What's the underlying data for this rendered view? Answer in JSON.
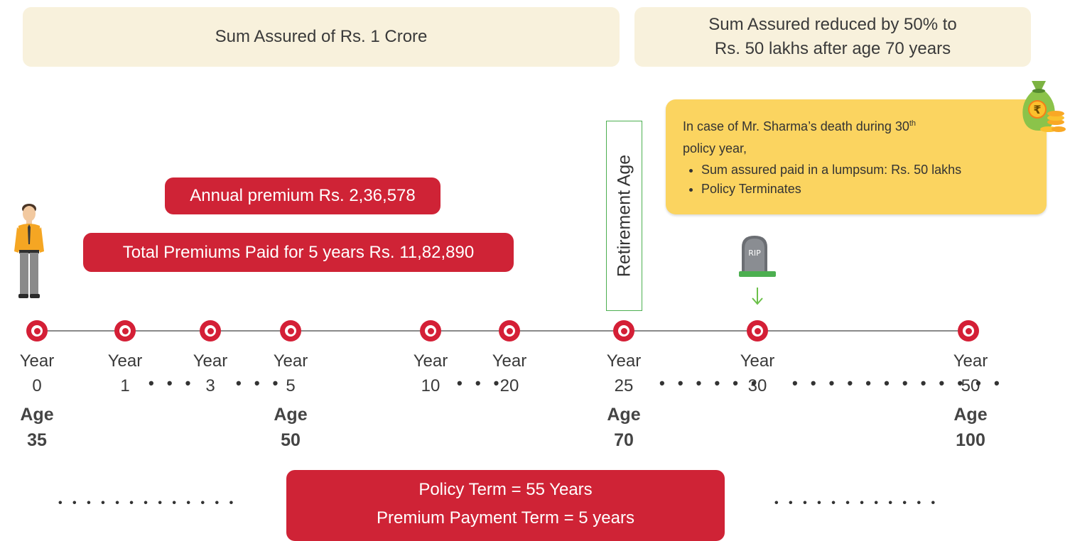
{
  "banners": {
    "sum_assured": "Sum Assured of Rs. 1 Crore",
    "reduced_line1": "Sum Assured reduced by 50% to",
    "reduced_line2": "Rs. 50 lakhs after age 70 years"
  },
  "premium": {
    "annual": "Annual premium Rs. 2,36,578",
    "total": "Total Premiums Paid for 5 years Rs. 11,82,890"
  },
  "retirement_label": "Retirement Age",
  "callout": {
    "line1_prefix": "In case of Mr. Sharma’s death during 30",
    "line1_sup": "th",
    "line2": "policy year,",
    "bullets": [
      "Sum assured paid in a lumpsum: Rs. 50 lakhs",
      "Policy Terminates"
    ]
  },
  "tombstone_text": "RIP",
  "money_bag_symbol": "₹",
  "timeline": {
    "year_word": "Year",
    "age_word": "Age",
    "points": [
      {
        "year": "0",
        "age": "35"
      },
      {
        "year": "1",
        "age": ""
      },
      {
        "year": "3",
        "age": ""
      },
      {
        "year": "5",
        "age": "50"
      },
      {
        "year": "10",
        "age": ""
      },
      {
        "year": "20",
        "age": ""
      },
      {
        "year": "25",
        "age": "70"
      },
      {
        "year": "30",
        "age": ""
      },
      {
        "year": "50",
        "age": "100"
      }
    ],
    "gap_dots": [
      "• • •",
      "• • •",
      "• • •",
      "• • • • • •",
      "• • • • • • • • • • • •"
    ]
  },
  "terms": {
    "policy_term": "Policy Term = 55 Years",
    "premium_payment_term": "Premium Payment Term = 5 years"
  },
  "footer_dots_left": "• • • • • • • • • • • • •",
  "footer_dots_right": "• • • • • • • • • • • •",
  "colors": {
    "accent_red": "#cf2336",
    "banner_beige": "#f8f1dc",
    "callout_yellow": "#fbd460",
    "retirement_border": "#4caf50"
  }
}
